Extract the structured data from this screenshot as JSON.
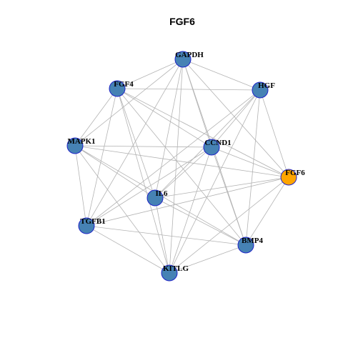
{
  "title": "FGF6",
  "colors": {
    "node_fill": "#4682b4",
    "node_stroke": "#1f24c8",
    "query_fill": "#ffa500",
    "query_stroke": "#1f24c8",
    "edge": "#b3b3b3"
  },
  "query_node": "FGF6",
  "nodes": [
    "GAPDH",
    "FGF4",
    "HGF",
    "MAPK1",
    "CCND1",
    "FGF6",
    "IL6",
    "TGFB1",
    "BMP4",
    "KITLG"
  ],
  "edges": [
    [
      "GAPDH",
      "FGF4"
    ],
    [
      "GAPDH",
      "HGF"
    ],
    [
      "GAPDH",
      "MAPK1"
    ],
    [
      "GAPDH",
      "FGF6"
    ],
    [
      "GAPDH",
      "IL6"
    ],
    [
      "GAPDH",
      "TGFB1"
    ],
    [
      "GAPDH",
      "KITLG"
    ],
    [
      "GAPDH",
      "BMP4"
    ],
    [
      "GAPDH",
      "CCND1"
    ],
    [
      "FGF4",
      "HGF"
    ],
    [
      "FGF4",
      "MAPK1"
    ],
    [
      "FGF4",
      "CCND1"
    ],
    [
      "FGF4",
      "FGF6"
    ],
    [
      "FGF4",
      "IL6"
    ],
    [
      "FGF4",
      "TGFB1"
    ],
    [
      "FGF4",
      "KITLG"
    ],
    [
      "FGF4",
      "BMP4"
    ],
    [
      "HGF",
      "CCND1"
    ],
    [
      "HGF",
      "FGF6"
    ],
    [
      "HGF",
      "IL6"
    ],
    [
      "HGF",
      "TGFB1"
    ],
    [
      "HGF",
      "KITLG"
    ],
    [
      "HGF",
      "BMP4"
    ],
    [
      "MAPK1",
      "CCND1"
    ],
    [
      "MAPK1",
      "FGF6"
    ],
    [
      "MAPK1",
      "IL6"
    ],
    [
      "MAPK1",
      "TGFB1"
    ],
    [
      "MAPK1",
      "KITLG"
    ],
    [
      "MAPK1",
      "BMP4"
    ],
    [
      "CCND1",
      "FGF6"
    ],
    [
      "CCND1",
      "IL6"
    ],
    [
      "CCND1",
      "TGFB1"
    ],
    [
      "CCND1",
      "KITLG"
    ],
    [
      "CCND1",
      "BMP4"
    ],
    [
      "FGF6",
      "IL6"
    ],
    [
      "FGF6",
      "TGFB1"
    ],
    [
      "FGF6",
      "KITLG"
    ],
    [
      "FGF6",
      "BMP4"
    ],
    [
      "IL6",
      "BMP4"
    ],
    [
      "IL6",
      "KITLG"
    ],
    [
      "TGFB1",
      "BMP4"
    ],
    [
      "TGFB1",
      "KITLG"
    ],
    [
      "KITLG",
      "BMP4"
    ]
  ]
}
